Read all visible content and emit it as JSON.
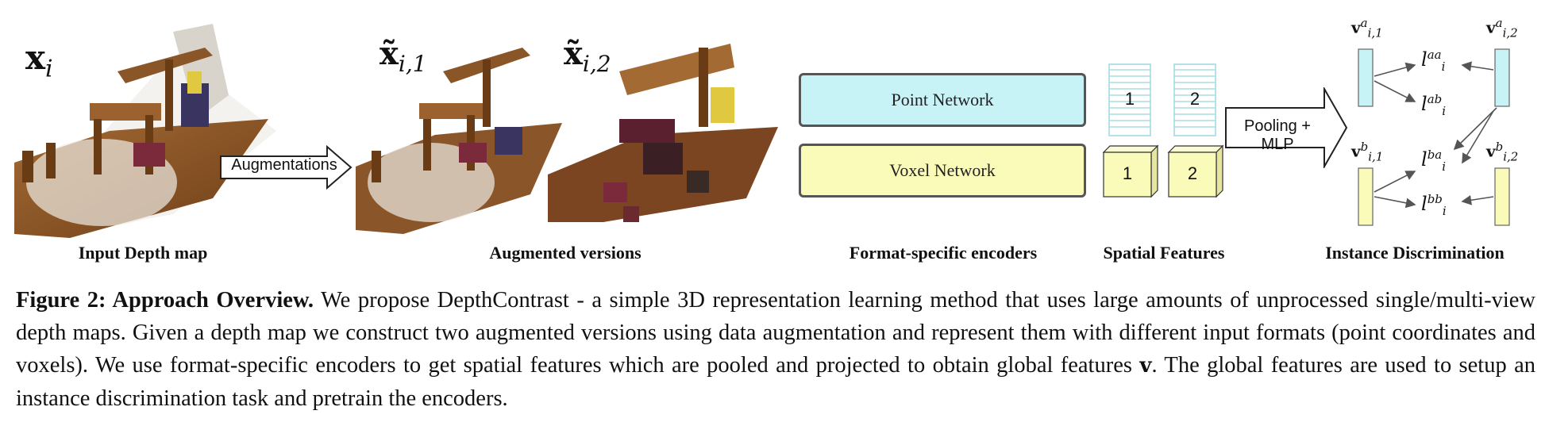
{
  "figure": {
    "input_symbol": "x",
    "input_sub": "i",
    "aug_symbol_1": "x̃",
    "aug_sub_1": "i,1",
    "aug_symbol_2": "x̃",
    "aug_sub_2": "i,2",
    "augment_arrow_label": "Augmentations",
    "point_network_label": "Point Network",
    "voxel_network_label": "Voxel Network",
    "point_feature_labels": [
      "1",
      "2"
    ],
    "voxel_feature_labels": [
      "1",
      "2"
    ],
    "pooling_label": "Pooling + MLP",
    "vectors": {
      "v_a1": {
        "base": "v",
        "sup": "a",
        "sub": "i,1"
      },
      "v_a2": {
        "base": "v",
        "sup": "a",
        "sub": "i,2"
      },
      "v_b1": {
        "base": "v",
        "sup": "b",
        "sub": "i,1"
      },
      "v_b2": {
        "base": "v",
        "sup": "b",
        "sub": "i,2"
      }
    },
    "losses": {
      "l_aa": {
        "base": "l",
        "sup": "aa",
        "sub": "i"
      },
      "l_ab": {
        "base": "l",
        "sup": "ab",
        "sub": "i"
      },
      "l_ba": {
        "base": "l",
        "sup": "ba",
        "sub": "i"
      },
      "l_bb": {
        "base": "l",
        "sup": "bb",
        "sub": "i"
      }
    },
    "section_labels": {
      "input": "Input Depth map",
      "augmented": "Augmented versions",
      "encoders": "Format-specific encoders",
      "spatial": "Spatial Features",
      "instance": "Instance Discrimination"
    },
    "colors": {
      "point": "#c7f2f6",
      "voxel": "#fafab9",
      "wood": "#8b5a2b"
    }
  },
  "caption": {
    "figure_label": "Figure 2: Approach Overview.",
    "text_1": "We propose DepthContrast - a simple 3D representation learning method that uses large amounts of unprocessed single/multi-view depth maps. Given a depth map we construct two augmented versions using data augmentation and represent them with different input formats (point coordinates and voxels). We use format-specific encoders to get spatial features which are pooled and projected to obtain global features ",
    "symbol_v": "v",
    "text_2": ". The global features are used to setup an instance discrimination task and pretrain the encoders."
  }
}
